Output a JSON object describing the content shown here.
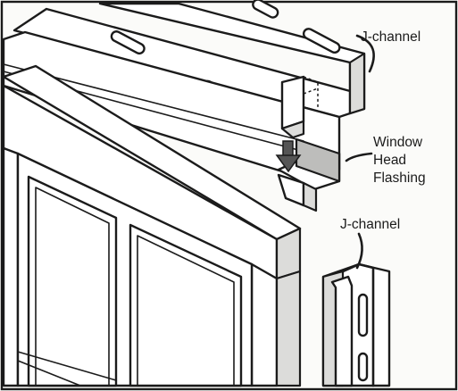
{
  "labels": {
    "jchannel_top": "J-channel",
    "window_head_flashing": [
      "Window",
      "Head",
      "Flashing"
    ],
    "jchannel_side": "J-channel"
  }
}
